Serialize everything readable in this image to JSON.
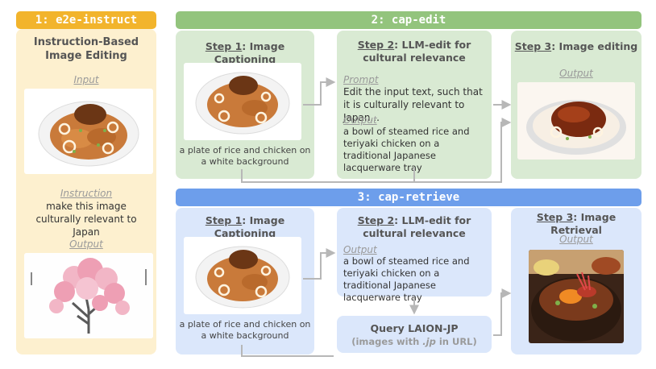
{
  "col1": {
    "header": "1: e2e-instruct",
    "title": "Instruction-Based Image Editing",
    "input_label": "Input",
    "instruction_label": "Instruction",
    "instruction_text": "make this image culturally relevant to Japan",
    "output_label": "Output"
  },
  "col2": {
    "header": "2: cap-edit",
    "step1_prefix": "Step 1",
    "step1_title": ": Image Captioning",
    "step1_caption": "a plate of rice and chicken on a white background",
    "step2_prefix": "Step 2",
    "step2_title": ": LLM-edit for cultural relevance",
    "prompt_label": "Prompt",
    "prompt_text": "Edit the input text, such that it is culturally relevant to Japan...",
    "output_label": "Output",
    "output_text": "a bowl of steamed rice and teriyaki chicken on a traditional Japanese lacquerware tray",
    "step3_prefix": "Step 3",
    "step3_title": ": Image editing",
    "step3_output_label": "Output"
  },
  "col3": {
    "header": "3: cap-retrieve",
    "step1_prefix": "Step 1",
    "step1_title": ": Image Captioning",
    "step1_caption": "a plate of rice and chicken on a white background",
    "step2_prefix": "Step 2",
    "step2_title": ": LLM-edit for cultural relevance",
    "output_label": "Output",
    "output_text": "a bowl of steamed rice and teriyaki chicken on a traditional Japanese lacquerware tray",
    "query_title": "Query LAION-JP",
    "query_sub_prefix": "(images with ",
    "query_sub_em": ".jp",
    "query_sub_suffix": " in URL)",
    "step3_prefix": "Step 3",
    "step3_title": ": Image Retrieval",
    "step3_output_label": "Output"
  },
  "colors": {
    "yellow_header": "#f2b42c",
    "yellow_panel": "#fdf0cf",
    "green_header": "#93c47d",
    "green_panel": "#d9ead3",
    "blue_header": "#6d9eeb",
    "blue_panel": "#dbe7fb",
    "arrow": "#b7b7b7"
  },
  "icons": [
    "rice-chicken-plate-image",
    "cherry-blossom-tree-image",
    "teriyaki-chicken-image",
    "donburi-bowl-image"
  ]
}
